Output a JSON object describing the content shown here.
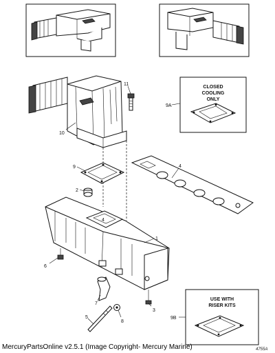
{
  "parts": {
    "p1": "1",
    "p2": "2",
    "p3": "3",
    "p4": "4",
    "p5": "5",
    "p6": "6",
    "p7": "7",
    "p8": "8",
    "p9": "9",
    "p9a": "9A",
    "p9b": "9B",
    "p10": "10",
    "p11": "11"
  },
  "notes": {
    "closed_cooling": [
      "CLOSED",
      "COOLING",
      "ONLY"
    ],
    "riser_kits": [
      "USE WITH",
      "RISER KITS"
    ]
  },
  "drawing_number": "4755A",
  "footer": "MercuryPartsOnline v2.5.1 (Image Copyright- Mercury Marine)"
}
